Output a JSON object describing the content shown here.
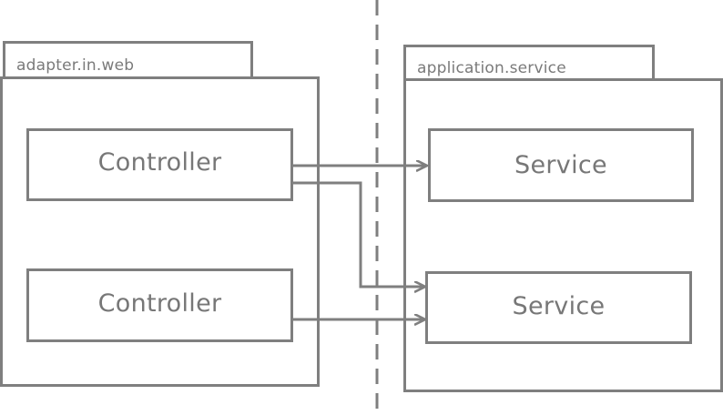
{
  "packages": {
    "left": {
      "label": "adapter.in.web"
    },
    "right": {
      "label": "application.service"
    }
  },
  "nodes": {
    "controller_top": "Controller",
    "controller_bottom": "Controller",
    "service_top": "Service",
    "service_bottom": "Service"
  },
  "colors": {
    "stroke": "#7f7f7f",
    "text": "#777777",
    "background": "#ffffff"
  }
}
